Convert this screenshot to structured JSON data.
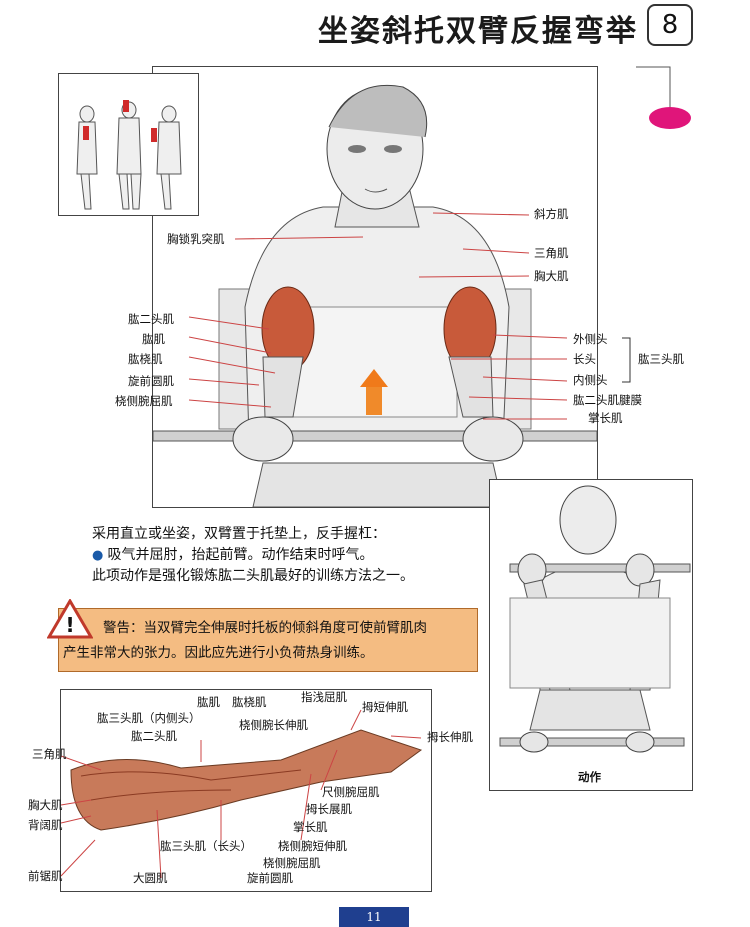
{
  "header": {
    "title": "坐姿斜托双臂反握弯举",
    "chapter": "8"
  },
  "main_labels": {
    "left": [
      "胸锁乳突肌",
      "肱二头肌",
      "肱肌",
      "肱桡肌",
      "旋前圆肌",
      "桡侧腕屈肌"
    ],
    "right": [
      "斜方肌",
      "三角肌",
      "胸大肌",
      "外侧头",
      "长头",
      "内侧头",
      "肱二头肌腱膜",
      "掌长肌"
    ],
    "group": "肱三头肌"
  },
  "inset": {
    "caption": "动作"
  },
  "description": {
    "line1": "采用直立或坐姿，双臂置于托垫上，反手握杠：",
    "bullet": "吸气并屈肘，抬起前臂。动作结束时呼气。",
    "line3": "此项动作是强化锻炼肱二头肌最好的训练方法之一。"
  },
  "warning": {
    "icon": "!",
    "line1": "警告：当双臂完全伸展时托板的倾斜角度可使前臂肌肉",
    "line2": "产生非常大的张力。因此应先进行小负荷热身训练。"
  },
  "arm_labels": {
    "l1": "肱三头肌（内侧头）",
    "l2": "肱二头肌",
    "l3": "三角肌",
    "l4": "胸大肌",
    "l5": "背阔肌",
    "l6": "前锯肌",
    "l7": "大圆肌",
    "l8": "肱三头肌（长头）",
    "t1": "肱肌",
    "t2": "肱桡肌",
    "t3": "桡侧腕长伸肌",
    "t4": "指浅屈肌",
    "t5": "拇短伸肌",
    "t6": "拇长伸肌",
    "b1": "尺侧腕屈肌",
    "b2": "拇长展肌",
    "b3": "掌长肌",
    "b4": "桡侧腕短伸肌",
    "b5": "桡侧腕屈肌",
    "b6": "旋前圆肌"
  },
  "page_number": "11",
  "colors": {
    "accent": "#e0157a",
    "arrow": "#f07a1a",
    "warning_bg": "#f4bc82",
    "page_badge": "#1f3f8f"
  }
}
